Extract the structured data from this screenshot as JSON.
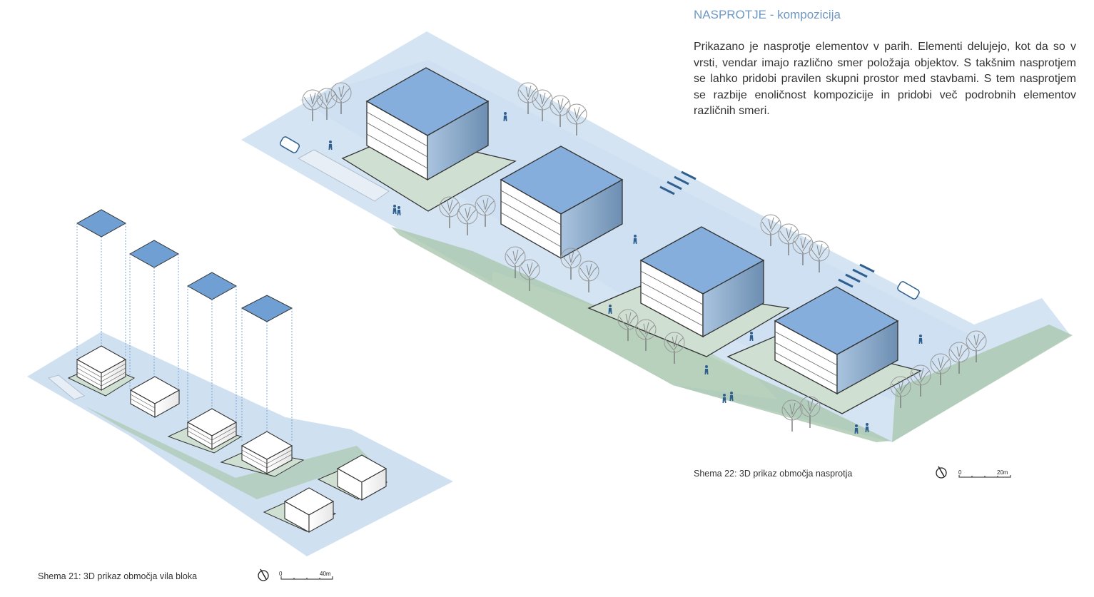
{
  "heading": "NASPROTJE - kompozicija",
  "description": "Prikazano je nasprotje elementov v parih. Elementi delujejo, kot da so v vrsti, vendar imajo različno smer položaja objektov. S takšnim nasprotjem se lahko pridobi pravilen skupni prostor med stavbami. S tem nasprotjem se razbije enoličnost kompozicije in pridobi več podrobnih elementov različnih smeri.",
  "scheme21": {
    "caption": "Shema 21: 3D prikaz območja vila bloka",
    "scale_start": "0",
    "scale_end": "40m"
  },
  "scheme22": {
    "caption": "Shema 22: 3D prikaz območja nasprotja",
    "scale_start": "0",
    "scale_end": "20m"
  },
  "colors": {
    "street": "#cfe0f0",
    "street_dark": "#bcd3ea",
    "green": "#d4e3d6",
    "green_strip": "#a8c7ad",
    "roof": "#86aedc",
    "wall_dark": "#7f9fbf",
    "tree": "#8c8c8c",
    "heading": "#6f98c3"
  },
  "icons": [
    "north-arrow-icon",
    "tree-icon",
    "car-icon",
    "pedestrian-icon"
  ]
}
